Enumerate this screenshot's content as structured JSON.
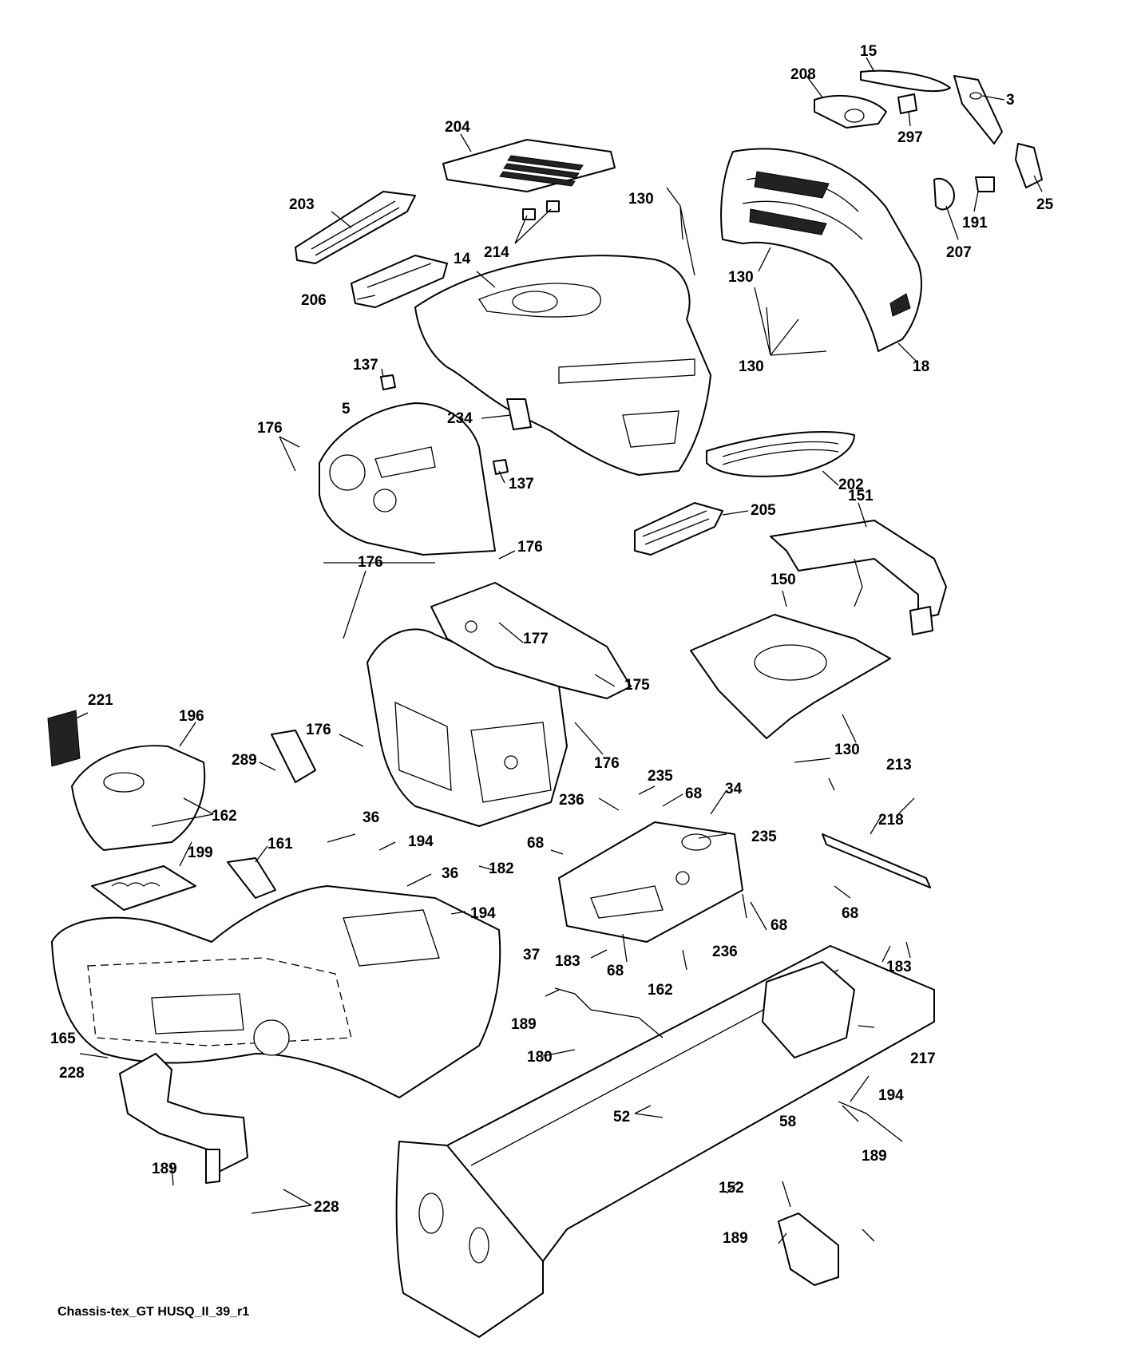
{
  "caption": "Chassis-tex_GT HUSQ_II_39_r1",
  "callouts": [
    "15",
    "208",
    "3",
    "297",
    "204",
    "25",
    "191",
    "207",
    "203",
    "214",
    "130",
    "14",
    "130",
    "206",
    "18",
    "130",
    "137",
    "5",
    "234",
    "176",
    "137",
    "202",
    "205",
    "151",
    "176",
    "176",
    "150",
    "177",
    "175",
    "221",
    "196",
    "176",
    "130",
    "176",
    "289",
    "162",
    "235",
    "68",
    "213",
    "236",
    "34",
    "218",
    "36",
    "194",
    "235",
    "68",
    "161",
    "199",
    "36",
    "194",
    "182",
    "68",
    "68",
    "37",
    "236",
    "183",
    "68",
    "183",
    "162",
    "165",
    "189",
    "228",
    "180",
    "217",
    "194",
    "52",
    "189",
    "58",
    "189",
    "228",
    "152",
    "189"
  ]
}
